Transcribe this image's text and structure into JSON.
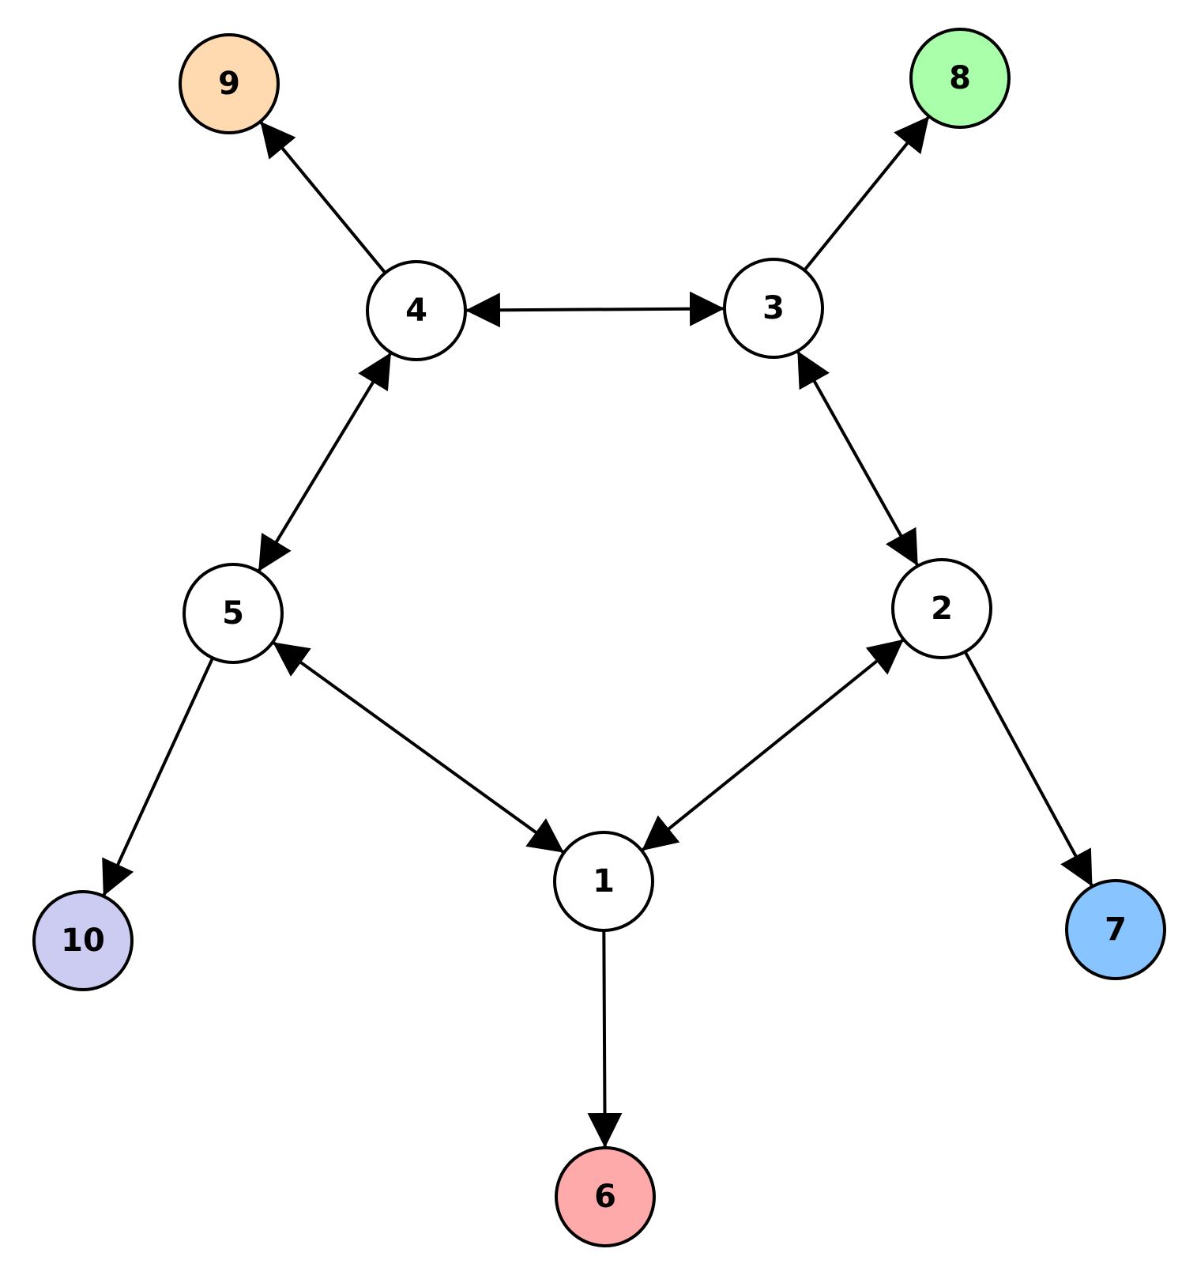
{
  "diagram": {
    "type": "directed-graph",
    "nodes": [
      {
        "id": "1",
        "label": "1",
        "fill": "#ffffff"
      },
      {
        "id": "2",
        "label": "2",
        "fill": "#ffffff"
      },
      {
        "id": "3",
        "label": "3",
        "fill": "#ffffff"
      },
      {
        "id": "4",
        "label": "4",
        "fill": "#ffffff"
      },
      {
        "id": "5",
        "label": "5",
        "fill": "#ffffff"
      },
      {
        "id": "6",
        "label": "6",
        "fill": "#ffaaaa"
      },
      {
        "id": "7",
        "label": "7",
        "fill": "#88c4ff"
      },
      {
        "id": "8",
        "label": "8",
        "fill": "#aaffaa"
      },
      {
        "id": "9",
        "label": "9",
        "fill": "#ffd9b0"
      },
      {
        "id": "10",
        "label": "10",
        "fill": "#ccccf2"
      }
    ],
    "edges": [
      {
        "from": "4",
        "to": "3",
        "bidirectional": true
      },
      {
        "from": "3",
        "to": "2",
        "bidirectional": true
      },
      {
        "from": "4",
        "to": "5",
        "bidirectional": true
      },
      {
        "from": "5",
        "to": "1",
        "bidirectional": true
      },
      {
        "from": "2",
        "to": "1",
        "bidirectional": true
      },
      {
        "from": "4",
        "to": "9",
        "bidirectional": false
      },
      {
        "from": "3",
        "to": "8",
        "bidirectional": false
      },
      {
        "from": "5",
        "to": "10",
        "bidirectional": false
      },
      {
        "from": "2",
        "to": "7",
        "bidirectional": false
      },
      {
        "from": "1",
        "to": "6",
        "bidirectional": false
      }
    ]
  }
}
